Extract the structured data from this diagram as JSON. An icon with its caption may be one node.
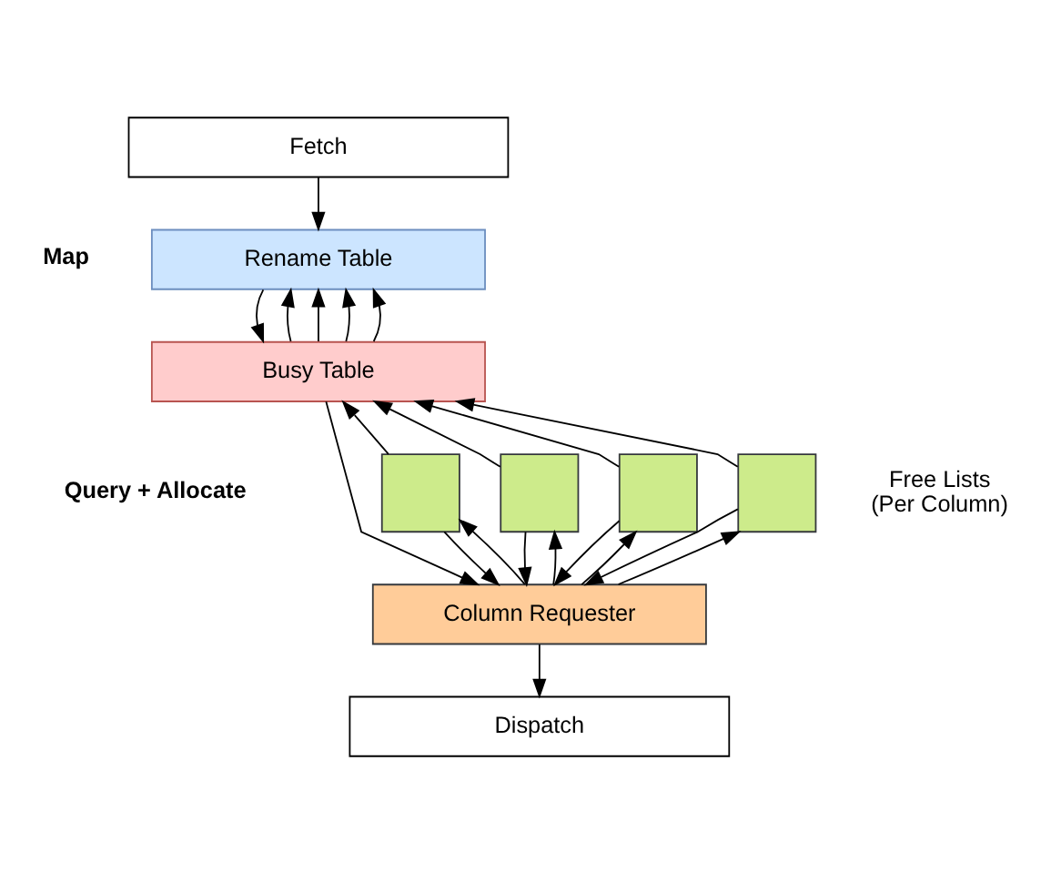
{
  "diagram": {
    "nodes": [
      {
        "text": [
          "Fetch"
        ]
      },
      {
        "text": [
          "Rename Table"
        ]
      },
      {
        "text": [
          "Busy Table"
        ]
      },
      {
        "text": [],
        "shape": "box"
      },
      {
        "text": [],
        "shape": "box"
      },
      {
        "text": [],
        "shape": "box"
      },
      {
        "text": [],
        "shape": "box"
      },
      {
        "text": [
          "Column Requester"
        ]
      },
      {
        "text": [
          "Dispatch"
        ]
      }
    ],
    "edges": [
      {
        "from": 0,
        "to": 1,
        "arrow": "to"
      },
      {
        "from": 2,
        "to": 1,
        "arrow": "to"
      },
      {
        "from": 2,
        "to": 1,
        "arrow": "to"
      },
      {
        "from": 1,
        "to": 2,
        "arrow": "to"
      },
      {
        "from": 2,
        "to": 1,
        "arrow": "to"
      },
      {
        "from": 2,
        "to": 1,
        "arrow": "to"
      },
      {
        "from": 3,
        "to": 2,
        "arrow": "to"
      },
      {
        "from": 4,
        "to": 2,
        "arrow": "to"
      },
      {
        "from": 5,
        "to": 2,
        "arrow": "to"
      },
      {
        "from": 6,
        "to": 2,
        "arrow": "to"
      },
      {
        "from": 3,
        "to": 7,
        "arrow": "to"
      },
      {
        "from": 7,
        "to": 3,
        "arrow": "to"
      },
      {
        "from": 4,
        "to": 7,
        "arrow": "to"
      },
      {
        "from": 7,
        "to": 4,
        "arrow": "to"
      },
      {
        "from": 2,
        "to": 7,
        "arrow": "to"
      },
      {
        "from": 5,
        "to": 7,
        "arrow": "to"
      },
      {
        "from": 7,
        "to": 5,
        "arrow": "to"
      },
      {
        "from": 6,
        "to": 7,
        "arrow": "to"
      },
      {
        "from": 7,
        "to": 6,
        "arrow": "to"
      },
      {
        "from": 7,
        "to": 8,
        "arrow": "to"
      }
    ],
    "labels": [
      "Map",
      "Query + Allocate",
      "Free Lists (Per Column)"
    ]
  }
}
